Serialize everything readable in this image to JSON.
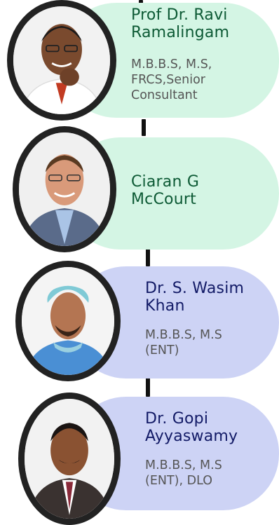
{
  "doctors": [
    {
      "name_line1": "Prof Dr. Ravi",
      "name_line2": "Ramalingam",
      "cred_line1": "M.B.B.S, M.S,",
      "cred_line2": "FRCS,Senior",
      "cred_line3": "Consultant",
      "card_color": "#d4f5e4",
      "name_color": "#0d5a35"
    },
    {
      "name_line1": "Ciaran G",
      "name_line2": "McCourt",
      "card_color": "#d4f5e4",
      "name_color": "#0d5a35"
    },
    {
      "name_line1": "Dr. S. Wasim",
      "name_line2": "Khan",
      "cred_line1": "M.B.B.S, M.S",
      "cred_line2": "(ENT)",
      "card_color": "#cdd3f5",
      "name_color": "#121a66"
    },
    {
      "name_line1": "Dr. Gopi",
      "name_line2": "Ayyaswamy",
      "cred_line1": "M.B.B.S, M.S",
      "cred_line2": "(ENT), DLO",
      "card_color": "#cdd3f5",
      "name_color": "#121a66"
    }
  ],
  "connector_color": "#111111",
  "avatar_ring_color": "#222222"
}
